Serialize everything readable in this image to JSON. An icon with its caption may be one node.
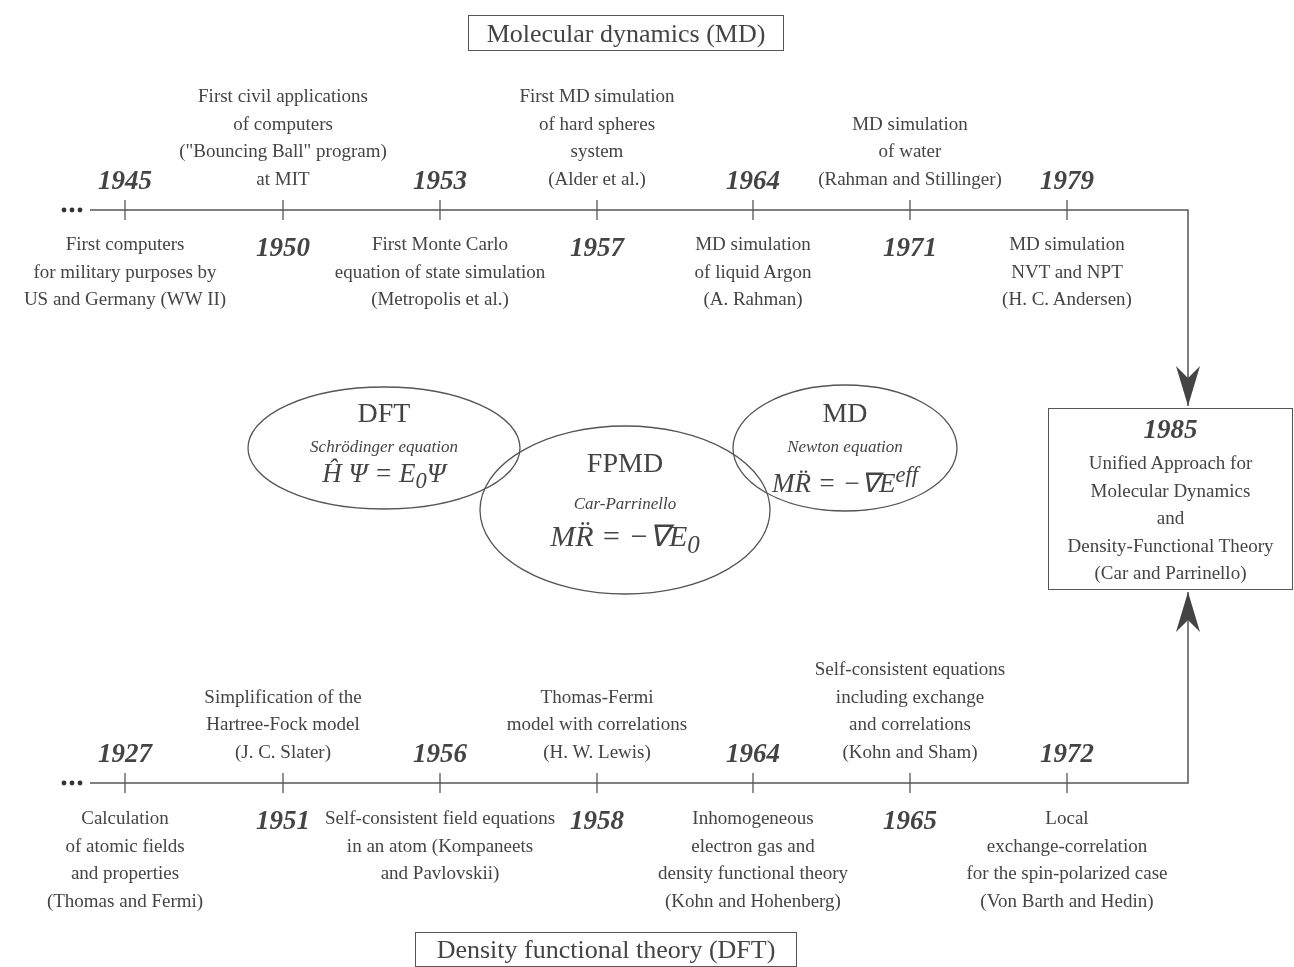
{
  "diagram": {
    "nodes": [
      {
        "text": [
          "Molecular dynamics (MD)"
        ]
      },
      {
        "text": [
          "DFT",
          "Schrödinger equation",
          "Ĥ Ψ = E$_{0}$Ψ"
        ]
      },
      {
        "text": [
          "FPMD",
          "Car-Parrinello",
          "MR̈ = −∇E$_{0}$"
        ]
      },
      {
        "text": [
          "MD",
          "Newton equation",
          "MR̈ = −∇E$^{eff}$"
        ]
      },
      {
        "text": [
          "1985",
          "Unified Approach for Molecular Dynamics and Density-Functional Theory (Car and Parrinello)"
        ]
      },
      {
        "text": [
          "Density functional theory (DFT)"
        ]
      }
    ],
    "edges": [
      {
        "from": null,
        "to": 4,
        "arrow": "to"
      },
      {
        "from": null,
        "to": 4,
        "arrow": "to"
      }
    ],
    "labels": [
      "First civil applications of computers (\"Bouncing Ball\" program) at MIT",
      "First MD simulation of hard spheres system (Alder et al.)",
      "MD simulation of water (Rahman and Stillinger)",
      "1945",
      "1953",
      "1964",
      "1979",
      "First computers for military purposes by US and Germany (WW II)",
      "1950",
      "First Monte Carlo equation of state simulation (Metropolis et al.)",
      "1957",
      "MD simulation of liquid Argon (A. Rahman)",
      "1971",
      "MD simulation NVT and NPT (H. C. Andersen)",
      "Simplification of the Hartree-Fock model (J. C. Slater)",
      "Thomas-Fermi model with correlations (H. W. Lewis)",
      "Self-consistent equations including exchange and correlations (Kohn and Sham)",
      "1927",
      "1956",
      "1964",
      "1972",
      "Calculation of atomic fields and properties (Thomas and Fermi)",
      "1951",
      "Self-consistent field equations in an atom (Kompaneets and Pavlovskii)",
      "1958",
      "Inhomogeneous electron gas and density functional theory (Kohn and Hohenberg)",
      "1965",
      "Local exchange-correlation for the spin-polarized case (Von Barth and Hedin)"
    ]
  }
}
